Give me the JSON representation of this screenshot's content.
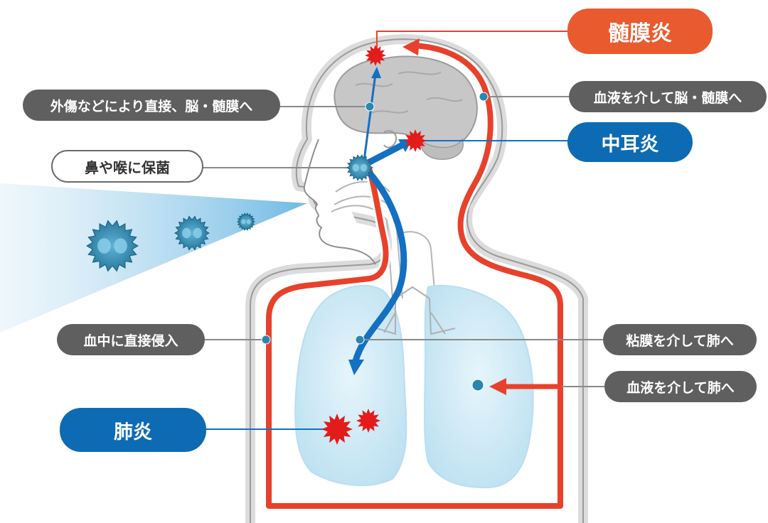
{
  "labels": {
    "meningitis": "髄膜炎",
    "trauma_route": "外傷などにより直接、脳・髄膜へ",
    "blood_to_brain": "血液を介して脳・髄膜へ",
    "otitis_media": "中耳炎",
    "carrier": "鼻や喉に保菌",
    "blood_invasion": "血中に直接侵入",
    "mucosa_to_lung": "粘膜を介して肺へ",
    "blood_to_lung": "血液を介して肺へ",
    "pneumonia": "肺炎"
  },
  "colors": {
    "blood_vessel": "#e8412b",
    "airway_arrow": "#1470c0",
    "bacteria": "#2a86ad",
    "infection": "#e31b1b",
    "lung": "#cfeaf6",
    "brain": "#c6c6c6"
  }
}
